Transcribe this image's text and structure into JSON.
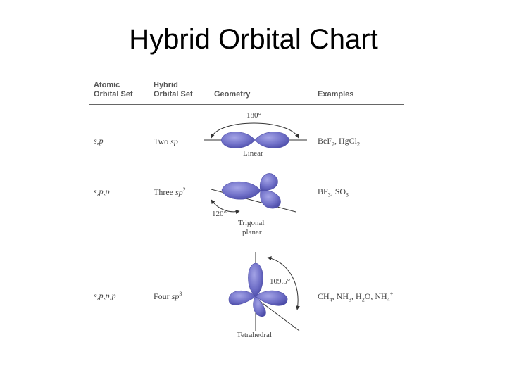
{
  "title": "Hybrid Orbital Chart",
  "headers": {
    "atomic": [
      "Atomic",
      "Orbital Set"
    ],
    "hybrid": [
      "Hybrid",
      "Orbital Set"
    ],
    "geometry": "Geometry",
    "examples": "Examples"
  },
  "rows": [
    {
      "atomic": "s,p",
      "hybrid_count": "Two",
      "hybrid_type": "sp",
      "hybrid_exp": "",
      "angle": "180°",
      "geometry": [
        "Linear"
      ],
      "examples": [
        {
          "t": "BeF"
        },
        {
          "t": "2",
          "sub": true
        },
        {
          "t": ", HgCl"
        },
        {
          "t": "2",
          "sub": true
        }
      ]
    },
    {
      "atomic": "s,p,p",
      "hybrid_count": "Three",
      "hybrid_type": "sp",
      "hybrid_exp": "2",
      "angle": "120°",
      "geometry": [
        "Trigonal",
        "planar"
      ],
      "examples": [
        {
          "t": "BF"
        },
        {
          "t": "3",
          "sub": true
        },
        {
          "t": ", SO"
        },
        {
          "t": "3",
          "sub": true
        }
      ]
    },
    {
      "atomic": "s,p,p,p",
      "hybrid_count": "Four",
      "hybrid_type": "sp",
      "hybrid_exp": "3",
      "angle": "109.5°",
      "geometry": [
        "Tetrahedral"
      ],
      "examples": [
        {
          "t": "CH"
        },
        {
          "t": "4",
          "sub": true
        },
        {
          "t": ", NH"
        },
        {
          "t": "3",
          "sub": true
        },
        {
          "t": ", H"
        },
        {
          "t": "2",
          "sub": true
        },
        {
          "t": "O, NH"
        },
        {
          "t": "4",
          "sub": true
        },
        {
          "t": "+",
          "sup": true
        }
      ]
    }
  ],
  "colors": {
    "lobe": "#7070c8",
    "lobe_dark": "#5656b0",
    "lobe_light": "#9a9ae0",
    "rule": "#666666"
  }
}
